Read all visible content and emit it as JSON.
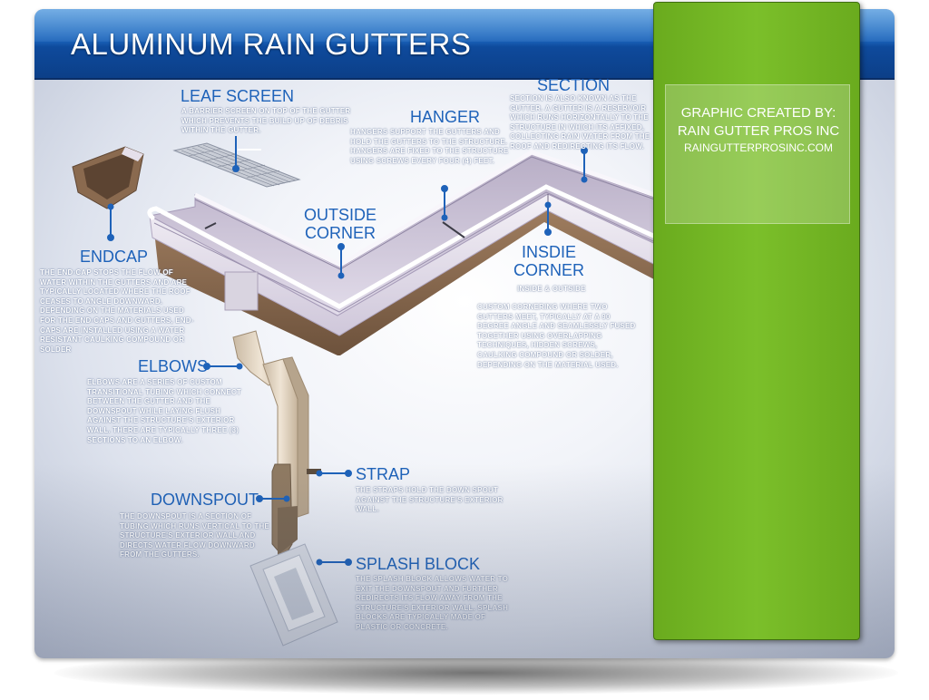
{
  "title": "ALUMINUM RAIN GUTTERS",
  "credit": {
    "line1": "GRAPHIC CREATED BY:",
    "line2": "RAIN GUTTER PROS INC",
    "line3": "RAINGUTTERPROSINC.COM"
  },
  "parts": {
    "leaf_screen": {
      "name": "LEAF SCREEN",
      "desc": "A BARRIER SCREEN ON TOP OF THE GUTTER WHICH PREVENTS THE BUILD UP OF DEBRIS WITHIN THE GUTTER."
    },
    "hanger": {
      "name": "HANGER",
      "desc": "HANGERS SUPPORT THE GUTTERS AND HOLD THE GUTTERS TO THE STRUCTURE. HANGERS ARE FIXED TO THE STRUCTURE USING SCREWS EVERY FOUR (4) FEET."
    },
    "section": {
      "name": "SECTION",
      "desc": "SECTION IS ALSO KNOWN AS THE GUTTER. A GUTTER IS A RESERVOIR WHICH RUNS HORIZONTALLY TO THE STRUCTURE IN WHICH ITS AFFIXED, COLLECTING RAIN WATER FROM THE ROOF AND REDIRECTING ITS FLOW."
    },
    "outside_corner": {
      "name_line1": "OUTSIDE",
      "name_line2": "CORNER"
    },
    "inside_corner": {
      "name_line1": "INSDIE",
      "name_line2": "CORNER",
      "sub": "INSIDE & OUTSIDE",
      "desc": "CUSTOM CORNERING WHERE TWO GUTTERS MEET, TYPICALLY AT A 90 DEGREE ANGLE AND SEAMLESSLY FUSED TOGETHER USING OVERLAPPING TECHNIQUES, HIDDEN SCREWS, CAULKING COMPOUND OR SOLDER, DEPENDING ON THE MATERIAL USED."
    },
    "endcap": {
      "name": "ENDCAP",
      "desc": "THE END-CAP STOPS THE FLOW OF WATER WITHIN THE GUTTERS AND ARE TYPICALLY LOCATED WHERE THE ROOF CEASES TO ANGLE DOWNWARD. DEPENDING ON THE MATERIALS USED FOR THE END-CAPS AND GUTTERS, END-CAPS ARE INSTALLED USING A WATER RESISTANT CAULKING COMPOUND OR SOLDER"
    },
    "elbows": {
      "name": "ELBOWS",
      "desc": "ELBOWS ARE A SERIES OF CUSTOM TRANSITIONAL TUBING WHICH CONNECT BETWEEN THE GUTTER AND THE DOWNSPOUT WHILE LAYING FLUSH AGAINST THE STRUCTURE'S EXTERIOR WALL. THERE ARE TYPICALLY THREE (3) SECTIONS TO AN ELBOW."
    },
    "strap": {
      "name": "STRAP",
      "desc": "THE STRAPS HOLD THE DOWN SPOUT AGAINST THE STRUCTURE'S EXTERIOR WALL."
    },
    "downspout": {
      "name": "DOWNSPOUT",
      "desc": "THE DOWNSPOUT IS A SECTION OF TUBING WHICH RUNS VERTICAL TO THE STRUCTURE'S EXTERIOR WALL AND DIRECTS WATER FLOW DOWNWARD FROM THE GUTTERS."
    },
    "splash_block": {
      "name": "SPLASH BLOCK",
      "desc": "THE SPLASH BLOCK ALLOWS WATER TO EXIT THE DOWNSPOUT AND FURTHER REDIRECTS ITS FLOW AWAY FROM THE STRUCTURE'S EXTERIOR WALL. SPLASH BLOCKS ARE TYPICALLY MADE OF PLASTIC OR CONCRETE."
    }
  },
  "colors": {
    "header_blue": "#1b64bb",
    "label_blue": "#1e62b9",
    "accent_green": "#7bbf2a",
    "gutter_face": "#e8e3ee",
    "gutter_brown": "#8a6a4f"
  }
}
